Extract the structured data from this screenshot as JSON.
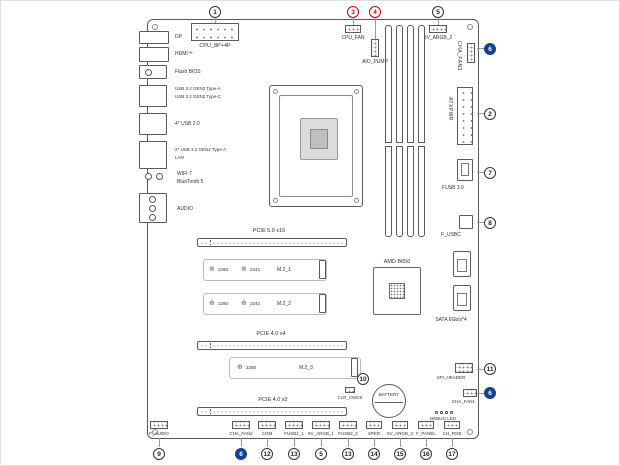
{
  "icons": {
    "standoff": "⊕"
  },
  "rear_io": {
    "dp": "DP",
    "hdmi": "HDMI™",
    "flash_bios": "Flash BIOS",
    "usb32_a": "USB 3.2 GEN2 Type-A",
    "usb32_c": "USB 3.2 GEN2 Type-C",
    "usb20": "4* USB 2.0",
    "usb32_a2": "2* USB 3.2 GEN2 Type-A",
    "lan": "LAN",
    "wifi": "WIFI 7",
    "bt": "BlueTooth 5",
    "audio": "AUDIO"
  },
  "top": {
    "cpu_power": {
      "num": "1",
      "label": "CPU_8P+4P"
    },
    "cpu_fan": {
      "num": "3",
      "label": "CPU_FAN"
    },
    "aio_pump": {
      "num": "4",
      "label": "AIO_PUMP"
    },
    "argb2": {
      "num": "5",
      "label": "5V_ARGB_2"
    }
  },
  "right": {
    "cha_fan3": {
      "num": "6",
      "label": "CHA_FAN3"
    },
    "atx": {
      "num": "2",
      "label": "ATXPWR"
    },
    "fusb3": {
      "num": "7",
      "label": "FUSB 3.0"
    },
    "fusbc": {
      "num": "8",
      "label": "F_USBC"
    },
    "sata": {
      "label": "SATA 6Gb/s*4"
    },
    "spi": {
      "num": "11",
      "label": "SPI_HEADER"
    },
    "cha_fan1": {
      "num": "6",
      "label": "CHA_FAN1"
    },
    "debug_led": {
      "label": "DEBUG LED"
    }
  },
  "center": {
    "chipset": "AMD B650",
    "battery": "BATTERY",
    "clr_cmos": {
      "num": "10",
      "label": "CLR_CMOS"
    }
  },
  "slots": {
    "pcie1": "PCIE 5.0 x16",
    "pcie2": "PCIE 4.0 x4",
    "pcie3": "PCIE 4.0 x2",
    "m2_1": {
      "s1": "2280",
      "s2": "2242",
      "name": "M.2_1"
    },
    "m2_2": {
      "s1": "2280",
      "s2": "2242",
      "name": "M.2_2"
    },
    "m2_3": {
      "s1": "2280",
      "name": "M.2_3"
    }
  },
  "bottom": {
    "items": [
      {
        "num": "9",
        "label": "F_AUDIO"
      },
      {
        "num": "6",
        "label": "CHA_FAN2"
      },
      {
        "num": "12",
        "label": "COM"
      },
      {
        "num": "13",
        "label": "FUSB2_1"
      },
      {
        "num": "5",
        "label": "5V_ARGB_1"
      },
      {
        "num": "13",
        "label": "FUSB2_2"
      },
      {
        "num": "14",
        "label": "SPKR"
      },
      {
        "num": "15",
        "label": "5V_ARGB_3"
      },
      {
        "num": "16",
        "label": "F_PANEL"
      },
      {
        "num": "17",
        "label": "CH_RGB"
      }
    ]
  }
}
